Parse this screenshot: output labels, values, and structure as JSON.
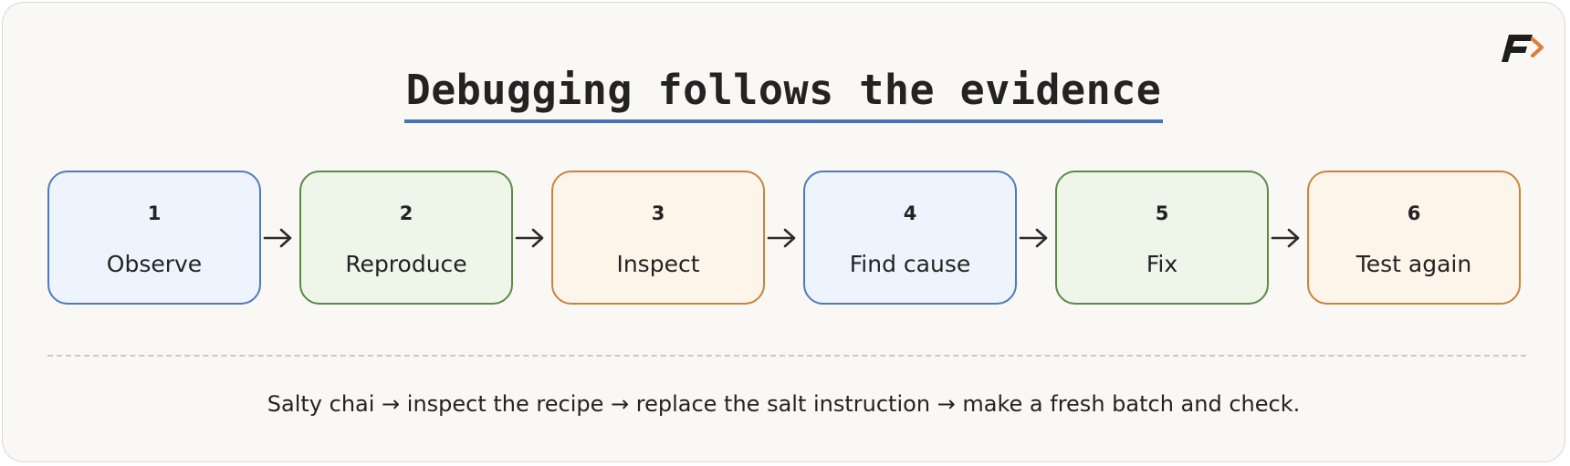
{
  "title": "Debugging follows the evidence",
  "logo_text": "F",
  "steps": [
    {
      "number": "1",
      "label": "Observe",
      "color": "blue"
    },
    {
      "number": "2",
      "label": "Reproduce",
      "color": "green"
    },
    {
      "number": "3",
      "label": "Inspect",
      "color": "orange"
    },
    {
      "number": "4",
      "label": "Find cause",
      "color": "blue"
    },
    {
      "number": "5",
      "label": "Fix",
      "color": "green"
    },
    {
      "number": "6",
      "label": "Test again",
      "color": "orange"
    }
  ],
  "caption": "Salty chai → inspect the recipe → replace the salt instruction → make a fresh batch and check.",
  "colors": {
    "blue_fill": "#edf4fd",
    "blue_border": "#4f7abe",
    "green_fill": "#eef6ea",
    "green_border": "#5b8a47",
    "orange_fill": "#fef5ea",
    "orange_border": "#c7843f",
    "title_underline": "#4a72b2",
    "logo_accent": "#e07a3a"
  }
}
